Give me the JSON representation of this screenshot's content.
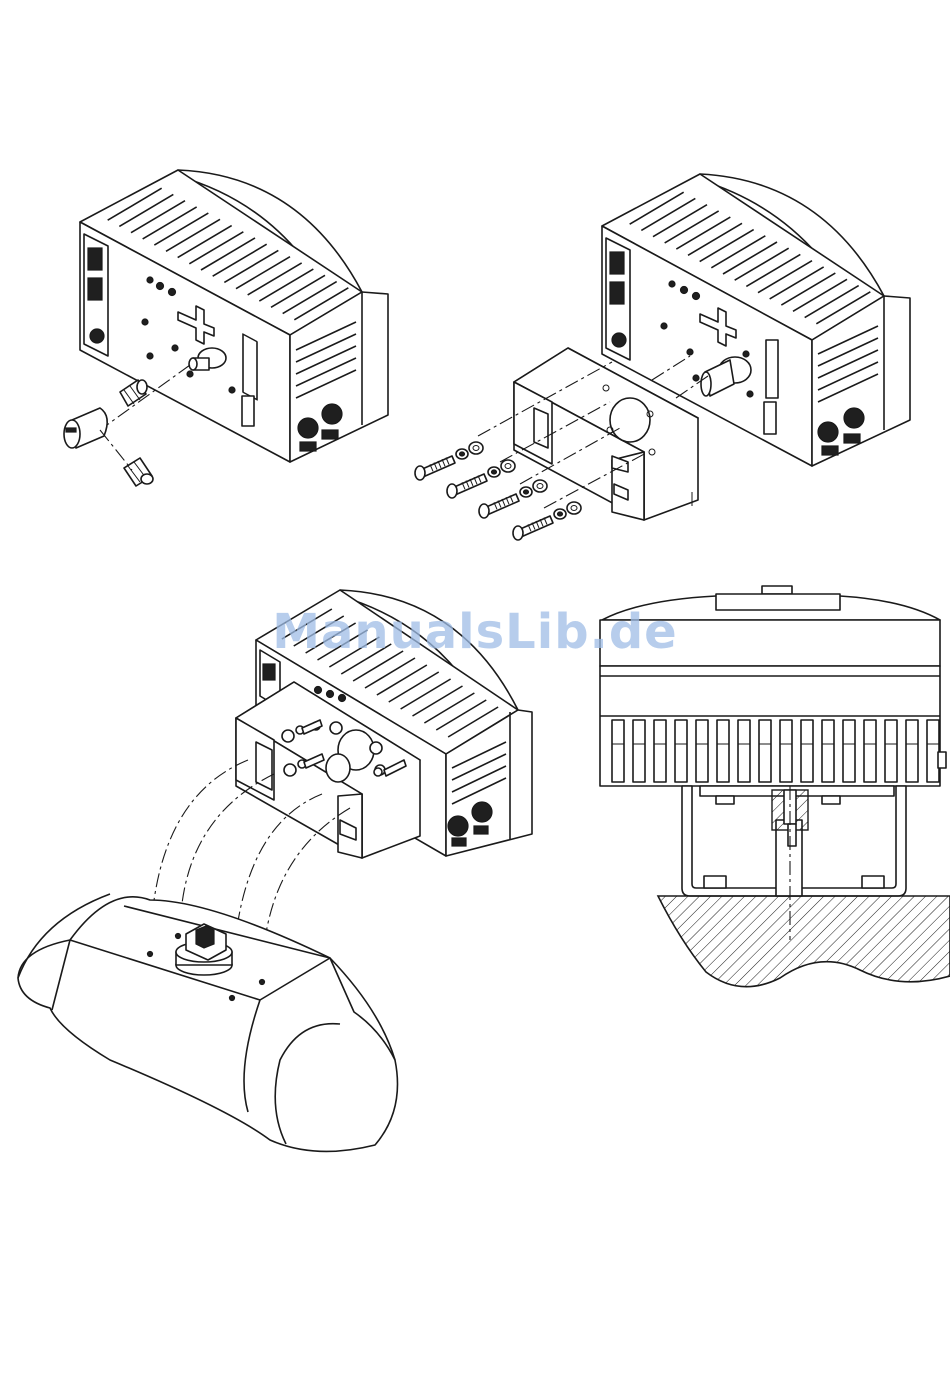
{
  "watermark": {
    "text": "ManualsLib.de",
    "color": "#9fbde6"
  },
  "figures": [
    {
      "panel": "top-left",
      "depicts": "positioner-with-shaft-coupling-and-set-screws"
    },
    {
      "panel": "top-right",
      "depicts": "mounting-bracket-bolts-and-washers-exploded"
    },
    {
      "panel": "bottom-left",
      "depicts": "positioner-with-bracket-onto-actuator"
    },
    {
      "panel": "bottom-right",
      "depicts": "side-view-mounted-on-base"
    }
  ]
}
